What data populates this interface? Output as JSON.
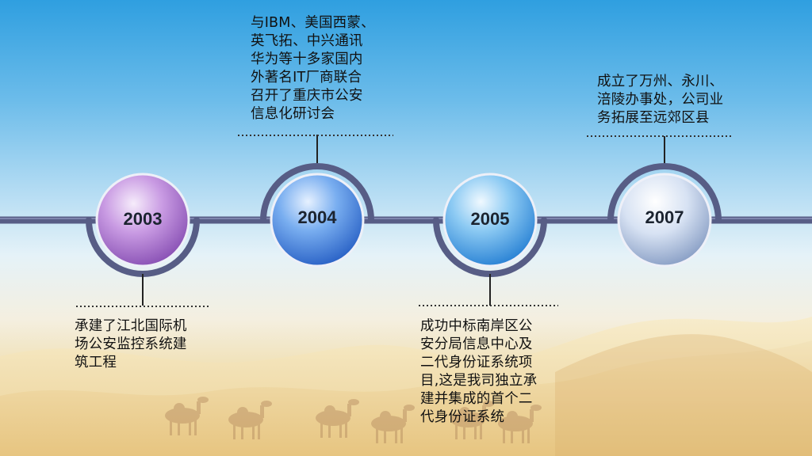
{
  "milestones": [
    {
      "year": "2003",
      "description": "承建了江北国际机\n场公安监控系统建\n筑工程"
    },
    {
      "year": "2004",
      "description": "与IBM、美国西蒙、\n英飞拓、中兴通讯\n华为等十多家国内\n外著名IT厂商联合\n召开了重庆市公安\n信息化研讨会"
    },
    {
      "year": "2005",
      "description": "成功中标南岸区公\n安分局信息中心及\n二代身份证系统项\n目,这是我司独立承\n建并集成的首个二\n代身份证系统"
    },
    {
      "year": "2007",
      "description": "成立了万州、永川、\n涪陵办事处，公司业\n务拓展至远郊区县"
    }
  ],
  "colors": {
    "track": "#575d86",
    "node_2003": "#b77fd9",
    "node_2004": "#3d7fe0",
    "node_2005": "#4fa6ea",
    "node_2007": "#b9c8e6"
  }
}
